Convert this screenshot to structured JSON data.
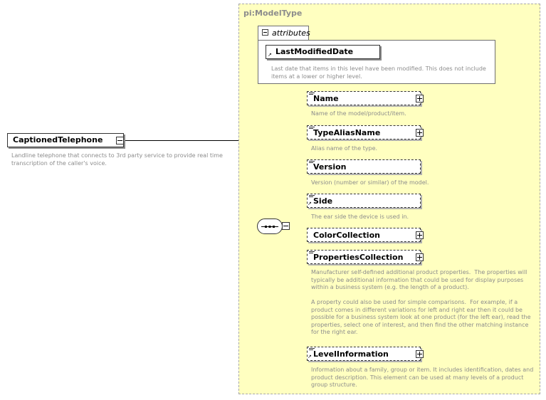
{
  "root": {
    "name": "CaptionedTelephone",
    "description": "Landline telephone that connects to 3rd party service to provide real time transcription of the caller's voice."
  },
  "type": {
    "name": "pi:ModelType",
    "attributes_label": "attributes",
    "attribute": {
      "name": "LastModifiedDate",
      "description": "Last date that items in this level have been modified. This does not include items at a lower or higher level."
    }
  },
  "elements": [
    {
      "name": "Name",
      "description": "Name of the model/product/item.",
      "expandable": true
    },
    {
      "name": "TypeAliasName",
      "description": "Alias name of the type.",
      "expandable": true
    },
    {
      "name": "Version",
      "description": "Version (number or similar) of the model.",
      "expandable": false
    },
    {
      "name": "Side",
      "description": "The ear side the device is used in.",
      "expandable": false
    },
    {
      "name": "ColorCollection",
      "description": "",
      "expandable": true
    },
    {
      "name": "PropertiesCollection",
      "description": "Manufacturer self-defined additional product properties.  The properties will typically be additional information that could be used for display purposes within a business system (e.g. the length of a product).\n\nA property could also be used for simple comparisons.  For example, if a product comes in different variations for left and right ear then it could be possible for a business system look at one product (for the left ear), read the properties, select one of interest, and then find the other matching instance for the right ear.",
      "expandable": true
    },
    {
      "name": "LevelInformation",
      "description": "Information about a family, group or item. It includes identification, dates and product description. This element can be used at many levels of a product group structure.",
      "expandable": true
    }
  ],
  "colors": {
    "type_background": "#ffffc0",
    "description_text": "#8c8c8c"
  }
}
